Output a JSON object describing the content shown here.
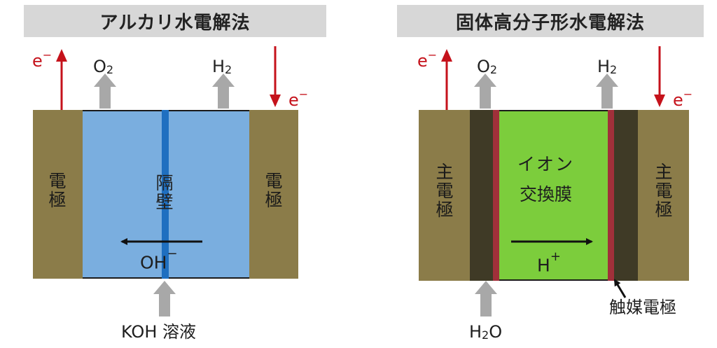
{
  "left": {
    "title": "アルカリ水電解法",
    "electrode_left": "電極",
    "electrode_right": "電極",
    "separator": "隔壁",
    "ion": "OH",
    "ion_charge": "−",
    "gas_left": "O",
    "gas_left_sub": "2",
    "gas_right": "H",
    "gas_right_sub": "2",
    "electron_out": "e",
    "electron_in": "e",
    "electron_sign": "−",
    "input": "KOH 溶液",
    "colors": {
      "electrolyte": "#7aaedf",
      "separator": "#1f6fc0"
    }
  },
  "right": {
    "title": "固体高分子形水電解法",
    "electrode_left": "主電極",
    "electrode_right": "主電極",
    "membrane_line1": "イオン",
    "membrane_line2": "交換膜",
    "ion": "H",
    "ion_charge": "+",
    "gas_left": "O",
    "gas_left_sub": "2",
    "gas_right": "H",
    "gas_right_sub": "2",
    "electron_out": "e",
    "electron_in": "e",
    "electron_sign": "−",
    "input": "H",
    "input_sub": "2",
    "input_tail": "O",
    "catalyst_label": "触媒電極",
    "colors": {
      "membrane": "#7ccd3c",
      "catalyst": "#a1303a",
      "diffusion": "#3f3a26"
    }
  },
  "colors": {
    "electrode": "#8b7c49",
    "electron_arrow": "#c5121b",
    "gas_arrow": "#a8a8a8",
    "title_bg": "#d7d7d7"
  }
}
